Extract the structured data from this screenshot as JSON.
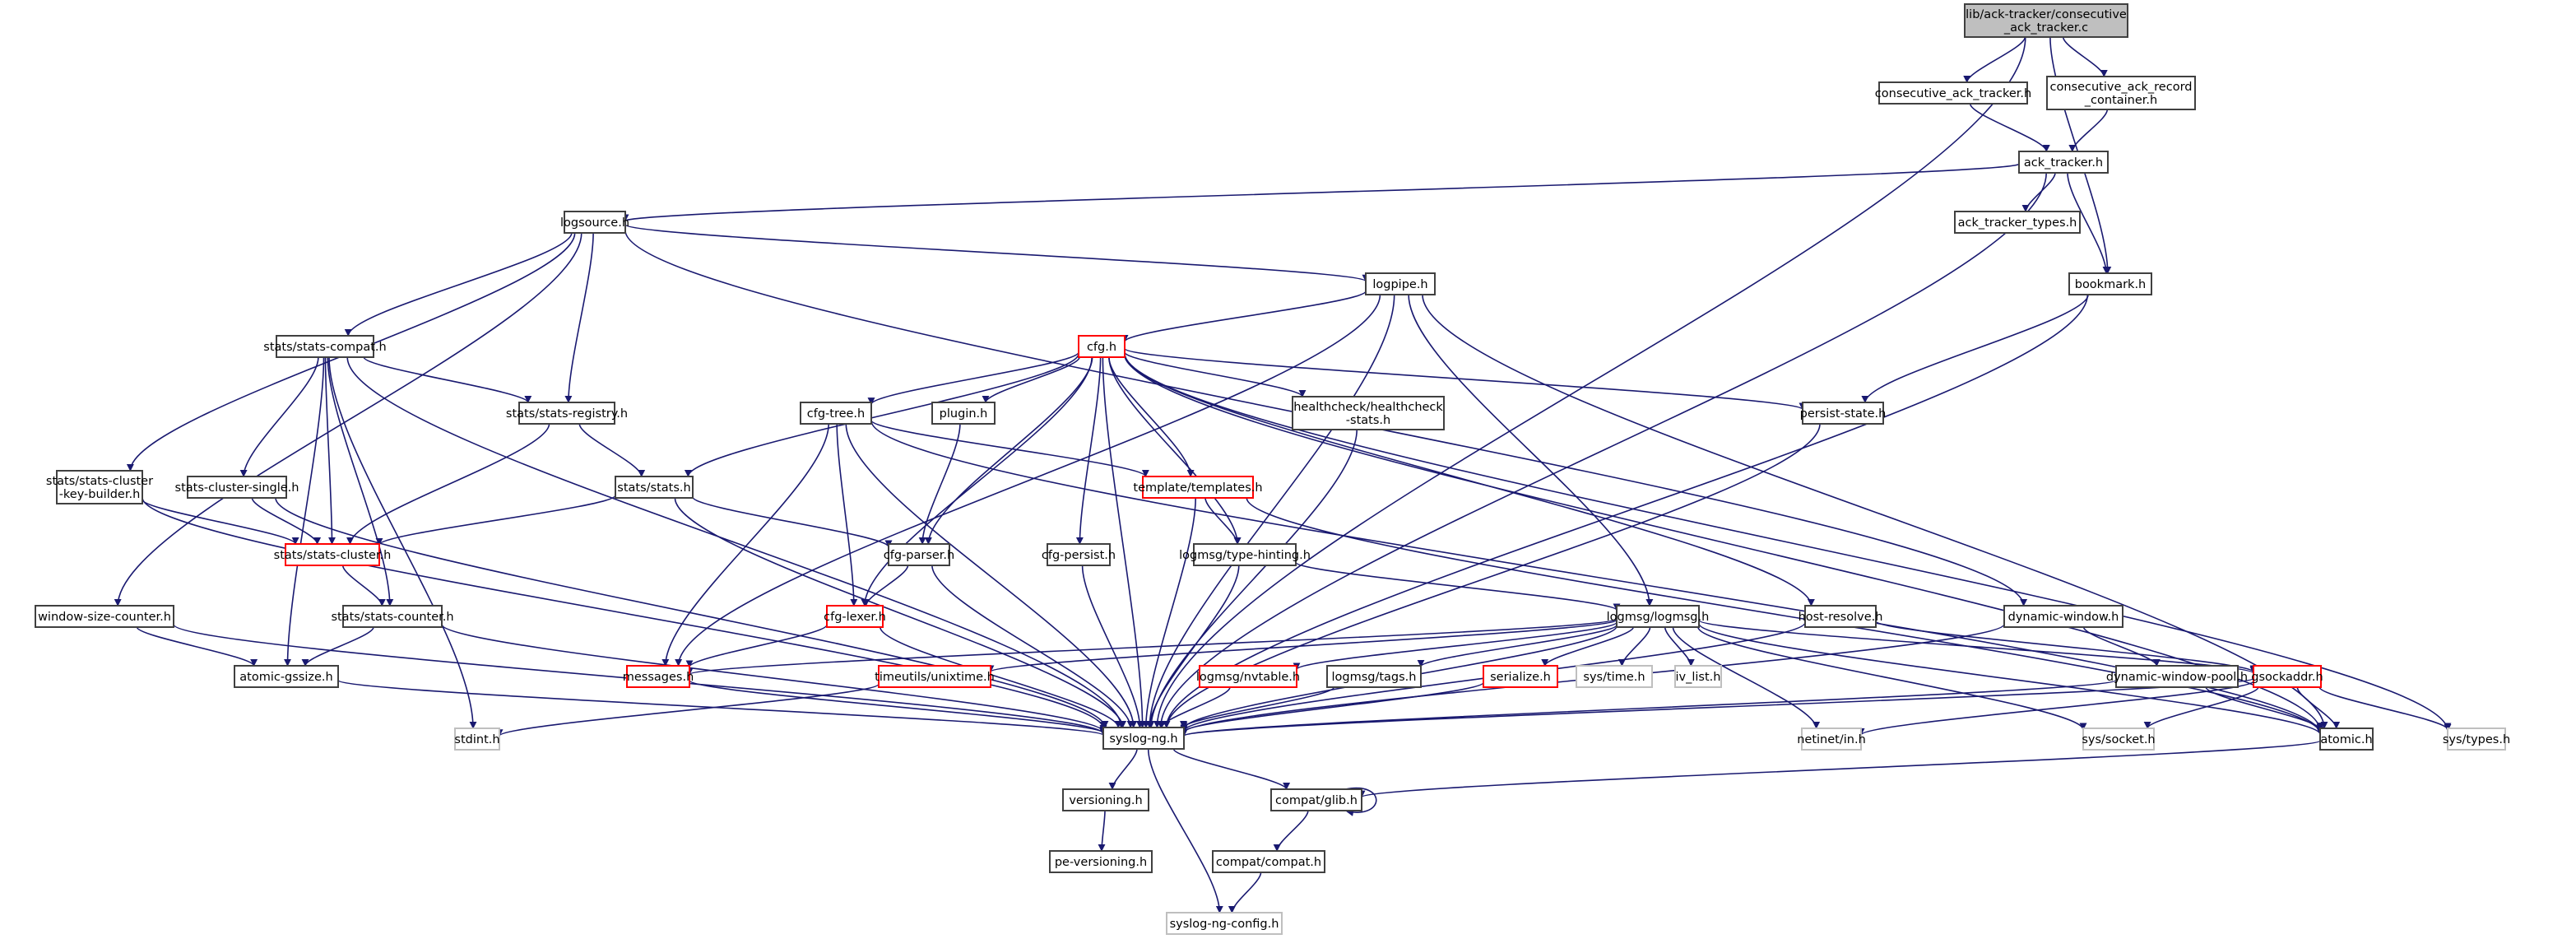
{
  "title": "Include dependency graph for lib/ack-tracker/consecutive_ack_tracker.c",
  "colors": {
    "edge": "#191970",
    "root_fill": "#bfbfbf",
    "normal_border": "#404040",
    "truncated_border": "#ff0000",
    "external_border": "#bfbfbf"
  },
  "nodes": [
    {
      "id": "root",
      "lines": [
        "lib/ack-tracker/consecutive",
        "_ack_tracker.c"
      ],
      "kind": "root"
    },
    {
      "id": "consecutive_ack_tracker_h",
      "lines": [
        "consecutive_ack_tracker.h"
      ],
      "kind": "normal"
    },
    {
      "id": "consecutive_ack_record_container_h",
      "lines": [
        "consecutive_ack_record",
        "_container.h"
      ],
      "kind": "normal"
    },
    {
      "id": "ack_tracker_h",
      "lines": [
        "ack_tracker.h"
      ],
      "kind": "normal"
    },
    {
      "id": "ack_tracker_types_h",
      "lines": [
        "ack_tracker_types.h"
      ],
      "kind": "normal"
    },
    {
      "id": "bookmark_h",
      "lines": [
        "bookmark.h"
      ],
      "kind": "normal"
    },
    {
      "id": "logsource_h",
      "lines": [
        "logsource.h"
      ],
      "kind": "normal"
    },
    {
      "id": "logpipe_h",
      "lines": [
        "logpipe.h"
      ],
      "kind": "normal"
    },
    {
      "id": "cfg_h",
      "lines": [
        "cfg.h"
      ],
      "kind": "truncated"
    },
    {
      "id": "stats_compat_h",
      "lines": [
        "stats/stats-compat.h"
      ],
      "kind": "normal"
    },
    {
      "id": "stats_registry_h",
      "lines": [
        "stats/stats-registry.h"
      ],
      "kind": "normal"
    },
    {
      "id": "cfg_tree_h",
      "lines": [
        "cfg-tree.h"
      ],
      "kind": "normal"
    },
    {
      "id": "plugin_h",
      "lines": [
        "plugin.h"
      ],
      "kind": "normal"
    },
    {
      "id": "healthcheck_stats_h",
      "lines": [
        "healthcheck/healthcheck",
        "-stats.h"
      ],
      "kind": "normal"
    },
    {
      "id": "persist_state_h",
      "lines": [
        "persist-state.h"
      ],
      "kind": "normal"
    },
    {
      "id": "stats_cluster_key_builder_h",
      "lines": [
        "stats/stats-cluster",
        "-key-builder.h"
      ],
      "kind": "normal"
    },
    {
      "id": "stats_cluster_single_h",
      "lines": [
        "stats-cluster-single.h"
      ],
      "kind": "normal"
    },
    {
      "id": "stats_stats_h",
      "lines": [
        "stats/stats.h"
      ],
      "kind": "normal"
    },
    {
      "id": "templates_h",
      "lines": [
        "template/templates.h"
      ],
      "kind": "truncated"
    },
    {
      "id": "stats_cluster_h",
      "lines": [
        "stats/stats-cluster.h"
      ],
      "kind": "truncated"
    },
    {
      "id": "cfg_parser_h",
      "lines": [
        "cfg-parser.h"
      ],
      "kind": "normal"
    },
    {
      "id": "cfg_persist_h",
      "lines": [
        "cfg-persist.h"
      ],
      "kind": "normal"
    },
    {
      "id": "type_hinting_h",
      "lines": [
        "logmsg/type-hinting.h"
      ],
      "kind": "normal"
    },
    {
      "id": "window_size_counter_h",
      "lines": [
        "window-size-counter.h"
      ],
      "kind": "normal"
    },
    {
      "id": "stats_counter_h",
      "lines": [
        "stats/stats-counter.h"
      ],
      "kind": "normal"
    },
    {
      "id": "cfg_lexer_h",
      "lines": [
        "cfg-lexer.h"
      ],
      "kind": "truncated"
    },
    {
      "id": "logmsg_h",
      "lines": [
        "logmsg/logmsg.h"
      ],
      "kind": "normal"
    },
    {
      "id": "host_resolve_h",
      "lines": [
        "host-resolve.h"
      ],
      "kind": "normal"
    },
    {
      "id": "dynamic_window_h",
      "lines": [
        "dynamic-window.h"
      ],
      "kind": "normal"
    },
    {
      "id": "atomic_gssize_h",
      "lines": [
        "atomic-gssize.h"
      ],
      "kind": "normal"
    },
    {
      "id": "messages_h",
      "lines": [
        "messages.h"
      ],
      "kind": "truncated"
    },
    {
      "id": "unixtime_h",
      "lines": [
        "timeutils/unixtime.h"
      ],
      "kind": "truncated"
    },
    {
      "id": "nvtable_h",
      "lines": [
        "logmsg/nvtable.h"
      ],
      "kind": "truncated"
    },
    {
      "id": "tags_h",
      "lines": [
        "logmsg/tags.h"
      ],
      "kind": "normal"
    },
    {
      "id": "serialize_h",
      "lines": [
        "serialize.h"
      ],
      "kind": "truncated"
    },
    {
      "id": "sys_time_h",
      "lines": [
        "sys/time.h"
      ],
      "kind": "external"
    },
    {
      "id": "iv_list_h",
      "lines": [
        "iv_list.h"
      ],
      "kind": "external"
    },
    {
      "id": "dynamic_window_pool_h",
      "lines": [
        "dynamic-window-pool.h"
      ],
      "kind": "normal"
    },
    {
      "id": "gsockaddr_h",
      "lines": [
        "gsockaddr.h"
      ],
      "kind": "truncated"
    },
    {
      "id": "stdint_h",
      "lines": [
        "stdint.h"
      ],
      "kind": "external"
    },
    {
      "id": "syslog_ng_h",
      "lines": [
        "syslog-ng.h"
      ],
      "kind": "normal"
    },
    {
      "id": "netinet_in_h",
      "lines": [
        "netinet/in.h"
      ],
      "kind": "external"
    },
    {
      "id": "sys_socket_h",
      "lines": [
        "sys/socket.h"
      ],
      "kind": "external"
    },
    {
      "id": "atomic_h",
      "lines": [
        "atomic.h"
      ],
      "kind": "normal"
    },
    {
      "id": "sys_types_h",
      "lines": [
        "sys/types.h"
      ],
      "kind": "external"
    },
    {
      "id": "versioning_h",
      "lines": [
        "versioning.h"
      ],
      "kind": "normal"
    },
    {
      "id": "compat_glib_h",
      "lines": [
        "compat/glib.h"
      ],
      "kind": "normal"
    },
    {
      "id": "pe_versioning_h",
      "lines": [
        "pe-versioning.h"
      ],
      "kind": "normal"
    },
    {
      "id": "compat_compat_h",
      "lines": [
        "compat/compat.h"
      ],
      "kind": "normal"
    },
    {
      "id": "syslog_ng_config_h",
      "lines": [
        "syslog-ng-config.h"
      ],
      "kind": "external"
    }
  ],
  "edges": [
    [
      "root",
      "consecutive_ack_tracker_h"
    ],
    [
      "root",
      "consecutive_ack_record_container_h"
    ],
    [
      "root",
      "bookmark_h"
    ],
    [
      "root",
      "syslog_ng_h"
    ],
    [
      "consecutive_ack_tracker_h",
      "ack_tracker_h"
    ],
    [
      "consecutive_ack_record_container_h",
      "ack_tracker_h"
    ],
    [
      "ack_tracker_h",
      "logsource_h"
    ],
    [
      "ack_tracker_h",
      "ack_tracker_types_h"
    ],
    [
      "ack_tracker_h",
      "bookmark_h"
    ],
    [
      "ack_tracker_h",
      "syslog_ng_h"
    ],
    [
      "bookmark_h",
      "persist_state_h"
    ],
    [
      "bookmark_h",
      "syslog_ng_h"
    ],
    [
      "logsource_h",
      "logpipe_h"
    ],
    [
      "logsource_h",
      "stats_compat_h"
    ],
    [
      "logsource_h",
      "stats_registry_h"
    ],
    [
      "logsource_h",
      "stats_cluster_key_builder_h"
    ],
    [
      "logsource_h",
      "window_size_counter_h"
    ],
    [
      "logsource_h",
      "dynamic_window_h"
    ],
    [
      "logpipe_h",
      "cfg_h"
    ],
    [
      "logpipe_h",
      "logmsg_h"
    ],
    [
      "logpipe_h",
      "messages_h"
    ],
    [
      "logpipe_h",
      "syslog_ng_h"
    ],
    [
      "logpipe_h",
      "atomic_h"
    ],
    [
      "cfg_h",
      "cfg_tree_h"
    ],
    [
      "cfg_h",
      "plugin_h"
    ],
    [
      "cfg_h",
      "healthcheck_stats_h"
    ],
    [
      "cfg_h",
      "persist_state_h"
    ],
    [
      "cfg_h",
      "stats_stats_h"
    ],
    [
      "cfg_h",
      "templates_h"
    ],
    [
      "cfg_h",
      "cfg_parser_h"
    ],
    [
      "cfg_h",
      "cfg_persist_h"
    ],
    [
      "cfg_h",
      "type_hinting_h"
    ],
    [
      "cfg_h",
      "cfg_lexer_h"
    ],
    [
      "cfg_h",
      "host_resolve_h"
    ],
    [
      "cfg_h",
      "syslog_ng_h"
    ],
    [
      "cfg_h",
      "sys_types_h"
    ],
    [
      "cfg_h",
      "atomic_h"
    ],
    [
      "stats_compat_h",
      "stats_registry_h"
    ],
    [
      "stats_compat_h",
      "stats_cluster_single_h"
    ],
    [
      "stats_compat_h",
      "stats_cluster_h"
    ],
    [
      "stats_compat_h",
      "stats_counter_h"
    ],
    [
      "stats_compat_h",
      "atomic_gssize_h"
    ],
    [
      "stats_compat_h",
      "stdint_h"
    ],
    [
      "stats_compat_h",
      "syslog_ng_h"
    ],
    [
      "stats_registry_h",
      "stats_stats_h"
    ],
    [
      "stats_registry_h",
      "stats_cluster_h"
    ],
    [
      "stats_cluster_key_builder_h",
      "stats_cluster_h"
    ],
    [
      "stats_cluster_key_builder_h",
      "syslog_ng_h"
    ],
    [
      "stats_cluster_single_h",
      "stats_cluster_h"
    ],
    [
      "stats_cluster_single_h",
      "syslog_ng_h"
    ],
    [
      "stats_stats_h",
      "stats_cluster_h"
    ],
    [
      "stats_stats_h",
      "cfg_parser_h"
    ],
    [
      "stats_stats_h",
      "syslog_ng_h"
    ],
    [
      "stats_cluster_h",
      "stats_counter_h"
    ],
    [
      "stats_counter_h",
      "atomic_gssize_h"
    ],
    [
      "stats_counter_h",
      "syslog_ng_h"
    ],
    [
      "cfg_tree_h",
      "templates_h"
    ],
    [
      "cfg_tree_h",
      "cfg_lexer_h"
    ],
    [
      "cfg_tree_h",
      "messages_h"
    ],
    [
      "cfg_tree_h",
      "syslog_ng_h"
    ],
    [
      "cfg_tree_h",
      "atomic_h"
    ],
    [
      "plugin_h",
      "cfg_parser_h"
    ],
    [
      "healthcheck_stats_h",
      "syslog_ng_h"
    ],
    [
      "persist_state_h",
      "syslog_ng_h"
    ],
    [
      "templates_h",
      "type_hinting_h"
    ],
    [
      "templates_h",
      "syslog_ng_h"
    ],
    [
      "templates_h",
      "atomic_h"
    ],
    [
      "cfg_parser_h",
      "cfg_lexer_h"
    ],
    [
      "cfg_parser_h",
      "syslog_ng_h"
    ],
    [
      "cfg_persist_h",
      "syslog_ng_h"
    ],
    [
      "type_hinting_h",
      "logmsg_h"
    ],
    [
      "type_hinting_h",
      "syslog_ng_h"
    ],
    [
      "window_size_counter_h",
      "atomic_gssize_h"
    ],
    [
      "window_size_counter_h",
      "syslog_ng_h"
    ],
    [
      "cfg_lexer_h",
      "messages_h"
    ],
    [
      "cfg_lexer_h",
      "syslog_ng_h"
    ],
    [
      "logmsg_h",
      "messages_h"
    ],
    [
      "logmsg_h",
      "unixtime_h"
    ],
    [
      "logmsg_h",
      "nvtable_h"
    ],
    [
      "logmsg_h",
      "tags_h"
    ],
    [
      "logmsg_h",
      "serialize_h"
    ],
    [
      "logmsg_h",
      "sys_time_h"
    ],
    [
      "logmsg_h",
      "iv_list_h"
    ],
    [
      "logmsg_h",
      "gsockaddr_h"
    ],
    [
      "logmsg_h",
      "atomic_h"
    ],
    [
      "logmsg_h",
      "syslog_ng_h"
    ],
    [
      "logmsg_h",
      "netinet_in_h"
    ],
    [
      "logmsg_h",
      "sys_socket_h"
    ],
    [
      "host_resolve_h",
      "gsockaddr_h"
    ],
    [
      "host_resolve_h",
      "syslog_ng_h"
    ],
    [
      "dynamic_window_h",
      "dynamic_window_pool_h"
    ],
    [
      "dynamic_window_h",
      "syslog_ng_h"
    ],
    [
      "atomic_gssize_h",
      "syslog_ng_h"
    ],
    [
      "messages_h",
      "syslog_ng_h"
    ],
    [
      "unixtime_h",
      "stdint_h"
    ],
    [
      "nvtable_h",
      "syslog_ng_h"
    ],
    [
      "tags_h",
      "syslog_ng_h"
    ],
    [
      "serialize_h",
      "syslog_ng_h"
    ],
    [
      "dynamic_window_pool_h",
      "atomic_h"
    ],
    [
      "dynamic_window_pool_h",
      "syslog_ng_h"
    ],
    [
      "gsockaddr_h",
      "atomic_h"
    ],
    [
      "gsockaddr_h",
      "sys_types_h"
    ],
    [
      "gsockaddr_h",
      "sys_socket_h"
    ],
    [
      "gsockaddr_h",
      "netinet_in_h"
    ],
    [
      "gsockaddr_h",
      "syslog_ng_h"
    ],
    [
      "atomic_h",
      "compat_glib_h"
    ],
    [
      "syslog_ng_h",
      "versioning_h"
    ],
    [
      "syslog_ng_h",
      "compat_glib_h"
    ],
    [
      "syslog_ng_h",
      "syslog_ng_config_h"
    ],
    [
      "versioning_h",
      "pe_versioning_h"
    ],
    [
      "compat_glib_h",
      "compat_glib_h"
    ],
    [
      "compat_glib_h",
      "compat_compat_h"
    ],
    [
      "compat_compat_h",
      "syslog_ng_config_h"
    ]
  ]
}
